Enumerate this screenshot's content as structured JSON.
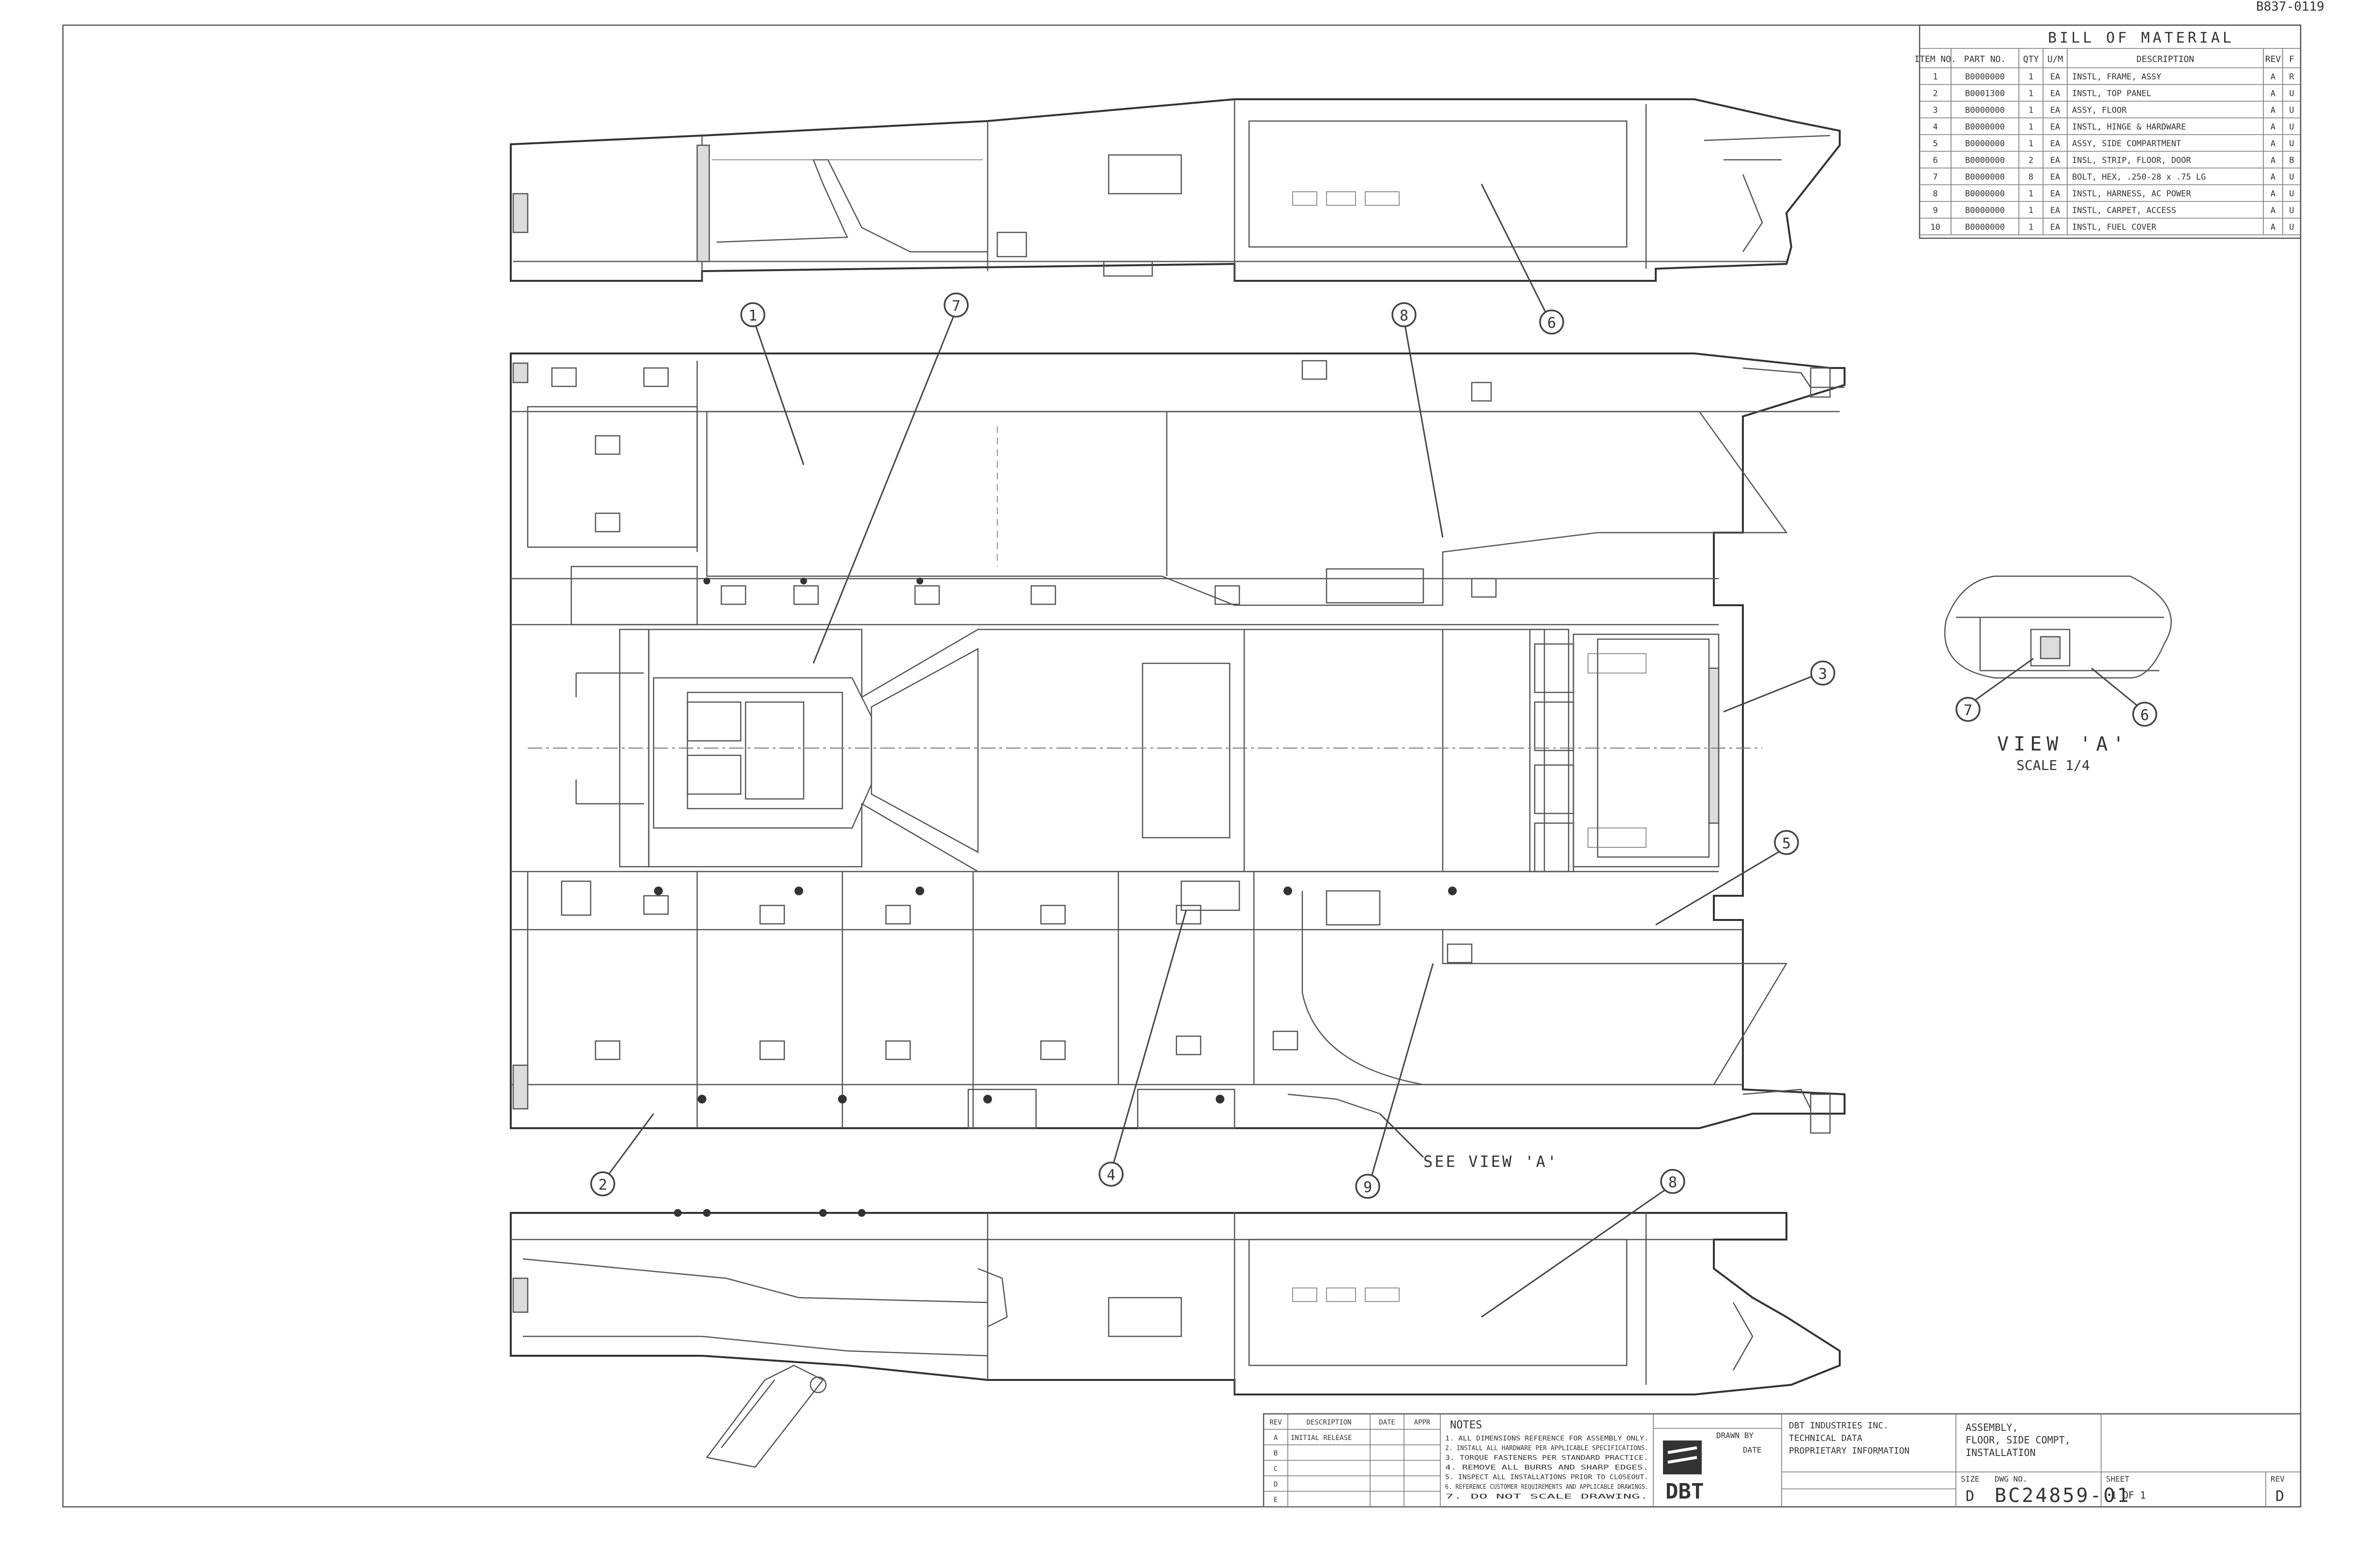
{
  "drawing": {
    "corner_id": "B837-0119"
  },
  "bom": {
    "title": "BILL OF MATERIAL",
    "headers": [
      "ITEM NO.",
      "PART NO.",
      "QTY",
      "U/M",
      "DESCRIPTION",
      "REV",
      "F"
    ],
    "rows": [
      [
        "1",
        "B0000000",
        "1",
        "EA",
        "INSTL, FRAME, ASSY",
        "A",
        "R"
      ],
      [
        "2",
        "B0001300",
        "1",
        "EA",
        "INSTL, TOP PANEL",
        "A",
        "U"
      ],
      [
        "3",
        "B0000000",
        "1",
        "EA",
        "ASSY, FLOOR",
        "A",
        "U"
      ],
      [
        "4",
        "B0000000",
        "1",
        "EA",
        "INSTL, HINGE & HARDWARE",
        "A",
        "U"
      ],
      [
        "5",
        "B0000000",
        "1",
        "EA",
        "ASSY, SIDE COMPARTMENT",
        "A",
        "U"
      ],
      [
        "6",
        "B0000000",
        "2",
        "EA",
        "INSL, STRIP, FLOOR, DOOR",
        "A",
        "B"
      ],
      [
        "7",
        "B0000000",
        "8",
        "EA",
        "BOLT, HEX, .250-28 x .75 LG",
        "A",
        "U"
      ],
      [
        "8",
        "B0000000",
        "1",
        "EA",
        "INSTL, HARNESS, AC POWER",
        "A",
        "U"
      ],
      [
        "9",
        "B0000000",
        "1",
        "EA",
        "INSTL, CARPET, ACCESS",
        "A",
        "U"
      ],
      [
        "10",
        "B0000000",
        "1",
        "EA",
        "INSTL, FUEL COVER",
        "A",
        "U"
      ]
    ]
  },
  "view_a": {
    "title": "VIEW 'A'",
    "scale": "SCALE 1/4"
  },
  "balloons": [
    "1",
    "7",
    "8",
    "6",
    "3",
    "5",
    "2",
    "4",
    "9",
    "8",
    "7",
    "6"
  ],
  "see_view": "SEE VIEW 'A'",
  "title_block": {
    "logo_text": "DBT",
    "notes_title": "NOTES",
    "notes": [
      "1. ALL DIMENSIONS REFERENCE FOR ASSEMBLY ONLY.",
      "2. INSTALL ALL HARDWARE PER APPLICABLE SPECIFICATIONS.",
      "3. TORQUE FASTENERS PER STANDARD PRACTICE.",
      "4. REMOVE ALL BURRS AND SHARP EDGES.",
      "5. INSPECT ALL INSTALLATIONS PRIOR TO CLOSEOUT.",
      "6. REFERENCE CUSTOMER REQUIREMENTS AND APPLICABLE DRAWINGS.",
      "7. DO NOT SCALE DRAWING."
    ],
    "rev_header": [
      "REV",
      "DESCRIPTION",
      "DATE",
      "APPR"
    ],
    "rev_rows": [
      [
        "A",
        "INITIAL RELEASE",
        "",
        ""
      ],
      [
        "B",
        "",
        "",
        ""
      ],
      [
        "C",
        "",
        "",
        ""
      ],
      [
        "D",
        "",
        "",
        ""
      ],
      [
        "E",
        "",
        "",
        ""
      ]
    ],
    "drawn_label": "DRAWN BY",
    "date_label": "DATE",
    "company_lines": [
      "DBT INDUSTRIES INC.",
      "TECHNICAL DATA",
      "PROPRIETARY INFORMATION"
    ],
    "title_lines": [
      "ASSEMBLY,",
      "FLOOR, SIDE COMPT,",
      "INSTALLATION"
    ],
    "size_label": "SIZE",
    "size_value": "D",
    "dwg_label": "DWG NO.",
    "dwg_no": "BC24859-01",
    "rev_label": "REV",
    "rev_value": "D",
    "sheet_label": "SHEET",
    "sheet_value": "1 OF 1"
  }
}
